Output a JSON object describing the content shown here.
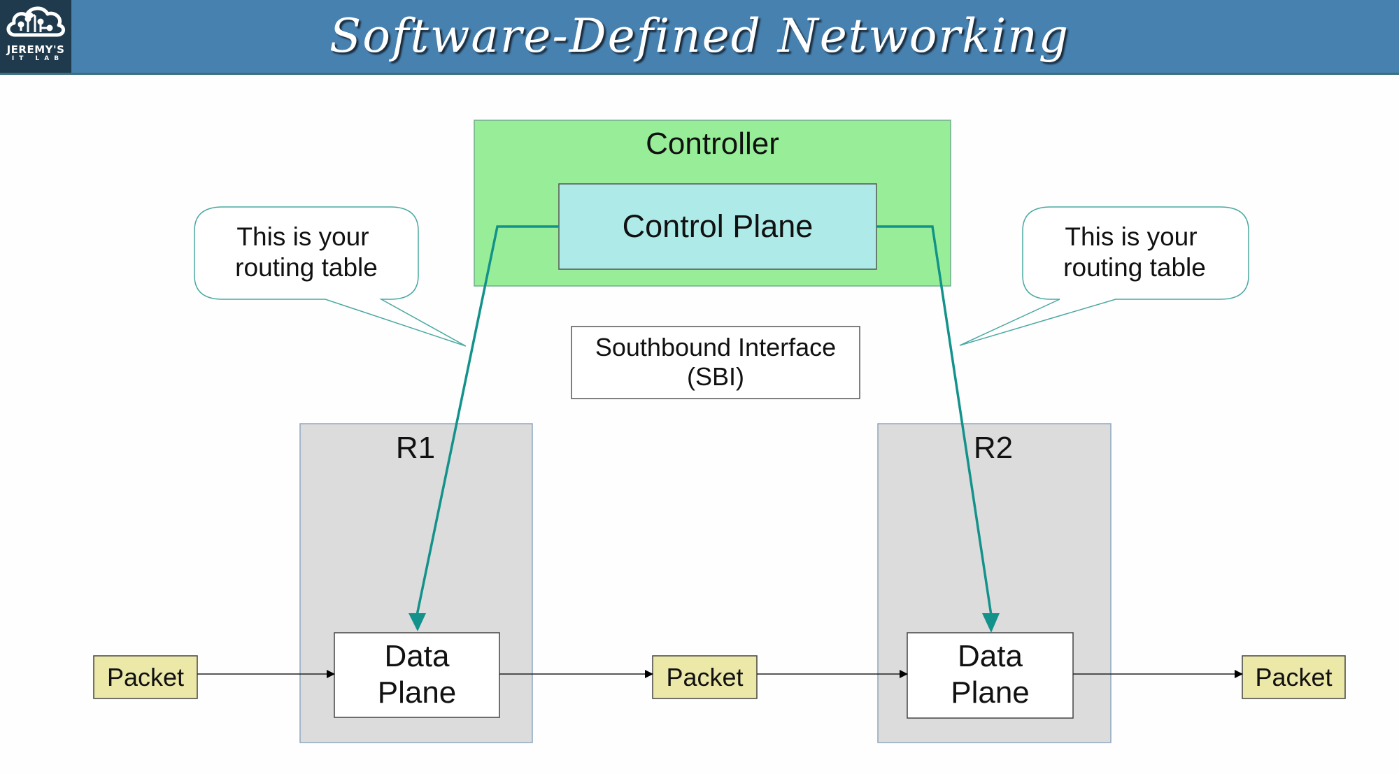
{
  "header": {
    "title": "Software-Defined Networking",
    "logo": {
      "icon": "cloud-circuit-icon",
      "line1": "JEREMY'S",
      "line2": "IT LAB"
    }
  },
  "colors": {
    "header_bg": "#4681b0",
    "logo_bg": "#1e3a4c",
    "controller_fill": "#98ee98",
    "control_plane_fill": "#aeebe8",
    "router_fill": "#dcdcdc",
    "packet_fill": "#ece8a8",
    "teal_arrow": "#12928a",
    "bubble_stroke": "#4aa8a2"
  },
  "diagram": {
    "controller": {
      "label": "Controller",
      "control_plane_label": "Control Plane"
    },
    "sbi": {
      "line1": "Southbound Interface",
      "line2": "(SBI)"
    },
    "bubbles": [
      {
        "line1": "This is your",
        "line2": "routing table"
      },
      {
        "line1": "This is your",
        "line2": "routing table"
      }
    ],
    "routers": [
      {
        "label": "R1",
        "data_plane_line1": "Data",
        "data_plane_line2": "Plane"
      },
      {
        "label": "R2",
        "data_plane_line1": "Data",
        "data_plane_line2": "Plane"
      }
    ],
    "packets": [
      {
        "label": "Packet"
      },
      {
        "label": "Packet"
      },
      {
        "label": "Packet"
      }
    ]
  }
}
